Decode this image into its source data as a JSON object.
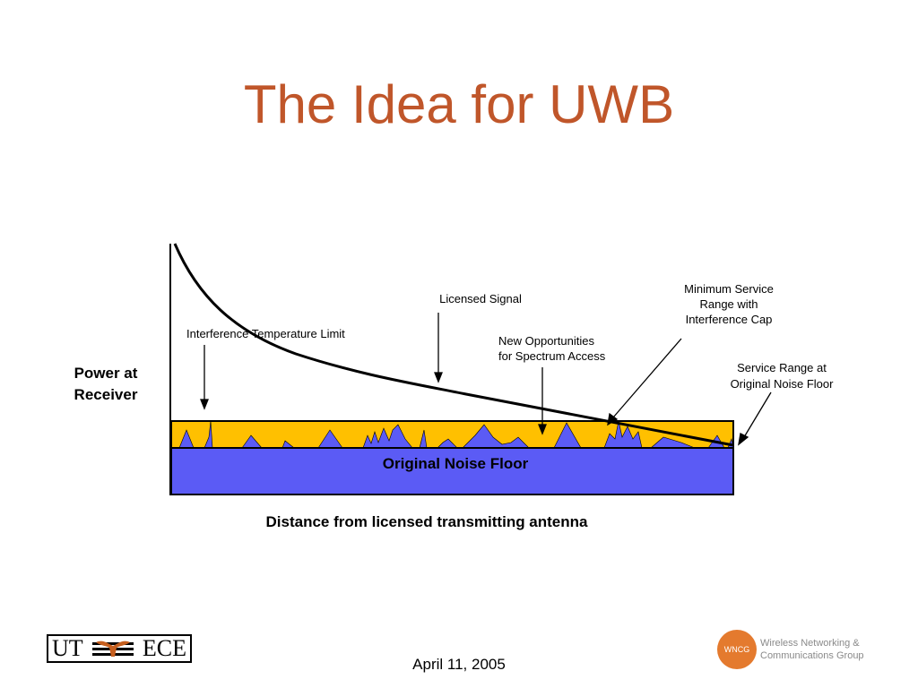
{
  "slide": {
    "title": "The Idea for UWB",
    "footer_date": "April 11, 2005"
  },
  "diagram": {
    "y_axis_label_line1": "Power at",
    "y_axis_label_line2": "Receiver",
    "x_axis_label": "Distance from licensed transmitting antenna",
    "noise_floor_label": "Original Noise Floor",
    "annotations": {
      "licensed_signal": "Licensed Signal",
      "interference_limit": "Interference Temperature Limit",
      "new_opportunities_line1": "New Opportunities",
      "new_opportunities_line2": "for Spectrum Access",
      "min_service_line1": "Minimum Service",
      "min_service_line2": "Range with",
      "min_service_line3": "Interference Cap",
      "service_range_line1": "Service Range at",
      "service_range_line2": "Original Noise Floor"
    },
    "colors": {
      "noise_floor": "#5b5bf5",
      "interference_band": "#ffc000",
      "signal_curve": "#000000",
      "title": "#c0562a"
    }
  },
  "logos": {
    "ut_left": "UT",
    "ut_right": "ECE",
    "wncg_badge": "WNCG",
    "wncg_line1": "Wireless Networking &",
    "wncg_line2": "Communications Group",
    "ut_icon": "longhorn-icon"
  }
}
